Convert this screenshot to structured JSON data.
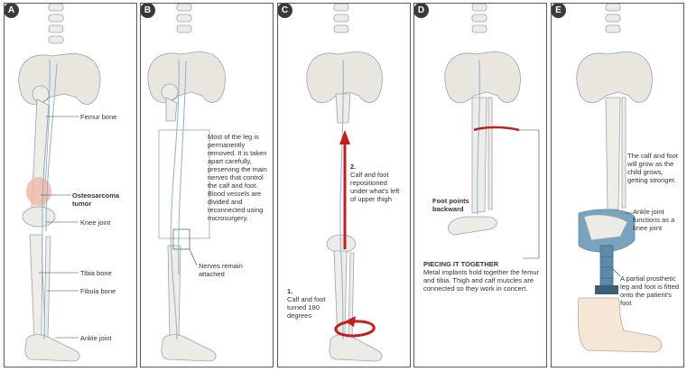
{
  "panels": [
    {
      "badge": "A",
      "labels": {
        "femur": "Femur bone",
        "tumor_line1": "Osteosarcoma",
        "tumor_line2": "tumor",
        "knee": "Knee joint",
        "tibia": "Tibia bone",
        "fibula": "Fibula bone",
        "ankle": "Ankle joint"
      }
    },
    {
      "badge": "B",
      "labels": {
        "description": "Most of the leg is permanently removed. It is taken apart carefully, preserving the main nerves that control the calf and foot. Blood vessels are divided and reconnected using microsurgery.",
        "nerves": "Nerves remain attached"
      }
    },
    {
      "badge": "C",
      "labels": {
        "step2_num": "2.",
        "step2": "Calf and foot repositioned under what's left of upper thigh",
        "step1_num": "1.",
        "step1": "Calf and foot turned 180 degrees"
      }
    },
    {
      "badge": "D",
      "labels": {
        "foot_backward": "Foot points backward",
        "heading": "PIECING IT TOGETHER",
        "text": "Metal implants hold together the femur and tibia. Thigh and calf muscles are connected so they work in concert."
      }
    },
    {
      "badge": "E",
      "labels": {
        "grow": "The calf and foot will grow as the child grows, getting stronger.",
        "ankle_knee": "Ankle joint functions as a knee joint",
        "prosthetic": "A partial prosthetic leg and foot is fitted onto the patient's foot"
      }
    }
  ]
}
